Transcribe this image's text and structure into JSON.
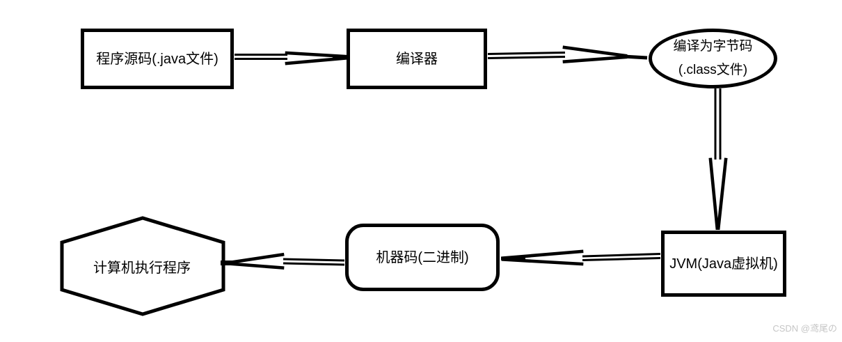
{
  "diagram": {
    "nodes": [
      {
        "id": "source",
        "shape": "rectangle",
        "label": "程序源码(.java文件)"
      },
      {
        "id": "compiler",
        "shape": "rectangle",
        "label": "编译器"
      },
      {
        "id": "bytecode",
        "shape": "ellipse",
        "label_line1": "编译为字节码",
        "label_line2": "(.class文件)"
      },
      {
        "id": "jvm",
        "shape": "rectangle",
        "label": "JVM(Java虚拟机)"
      },
      {
        "id": "machine_code",
        "shape": "rounded-rectangle",
        "label": "机器码(二进制)"
      },
      {
        "id": "execute",
        "shape": "hexagon",
        "label": "计算机执行程序"
      }
    ],
    "edges": [
      {
        "from": "source",
        "to": "compiler",
        "direction": "right"
      },
      {
        "from": "compiler",
        "to": "bytecode",
        "direction": "right"
      },
      {
        "from": "bytecode",
        "to": "jvm",
        "direction": "down"
      },
      {
        "from": "jvm",
        "to": "machine_code",
        "direction": "left"
      },
      {
        "from": "machine_code",
        "to": "execute",
        "direction": "left"
      }
    ],
    "colors": {
      "stroke": "#000000",
      "fill": "#ffffff",
      "watermark_text": "#c6c6c6"
    }
  },
  "watermark": {
    "text": "CSDN @鸢尾の"
  }
}
